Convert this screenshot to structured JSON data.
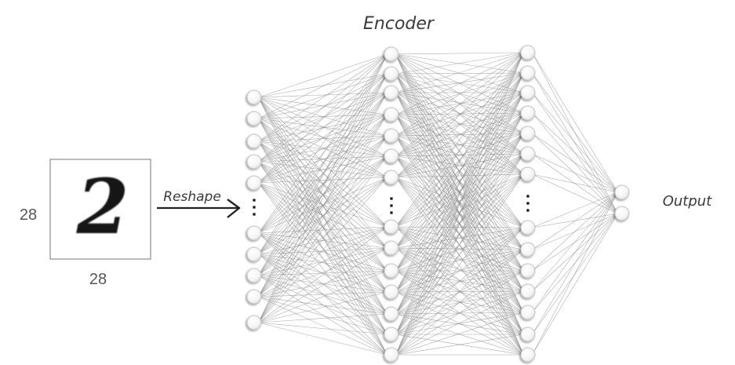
{
  "diagram": {
    "title": "Encoder",
    "input_label": "Reshape",
    "output_label": "Output",
    "image_height_label": "28",
    "image_width_label": "28",
    "digit": "2",
    "colors": {
      "edge": "#8c8c8c",
      "node_stroke": "#bdbdbd",
      "text": "#3a3a3a"
    }
  }
}
